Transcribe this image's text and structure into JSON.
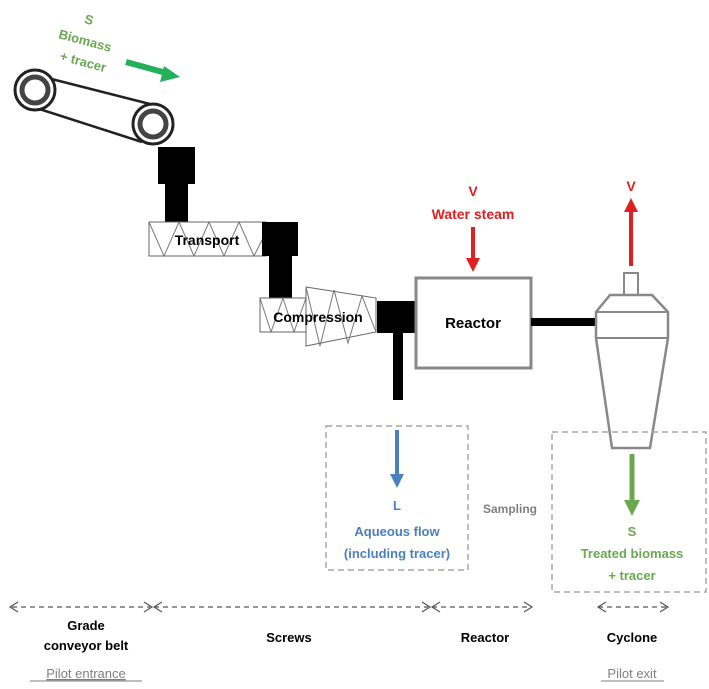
{
  "input": {
    "phase": "S",
    "line1": "Biomass",
    "line2": "+ tracer"
  },
  "screws": {
    "transport_label": "Transport",
    "compression_label": "Compression"
  },
  "steam": {
    "phase": "V",
    "label": "Water steam"
  },
  "reactor": {
    "label": "Reactor"
  },
  "cyclone_vapor": {
    "phase": "V"
  },
  "aqueous": {
    "phase": "L",
    "line1": "Aqueous flow",
    "line2": "(including tracer)"
  },
  "sampling": {
    "label": "Sampling"
  },
  "treated": {
    "phase": "S",
    "line1": "Treated biomass",
    "line2": "+ tracer"
  },
  "sections": [
    {
      "line1": "Grade",
      "line2": "conveyor belt"
    },
    {
      "line1": "Screws"
    },
    {
      "line1": "Reactor"
    },
    {
      "line1": "Cyclone"
    }
  ],
  "pilot": {
    "entrance": "Pilot entrance",
    "exit": "Pilot exit"
  },
  "colors": {
    "green": "#6aa84f",
    "bright_green": "#22b05a",
    "red": "#e02020",
    "blue": "#4a7fc0",
    "black": "#000000",
    "gray": "#7f7f7f",
    "dashed": "#a6a6a6"
  }
}
